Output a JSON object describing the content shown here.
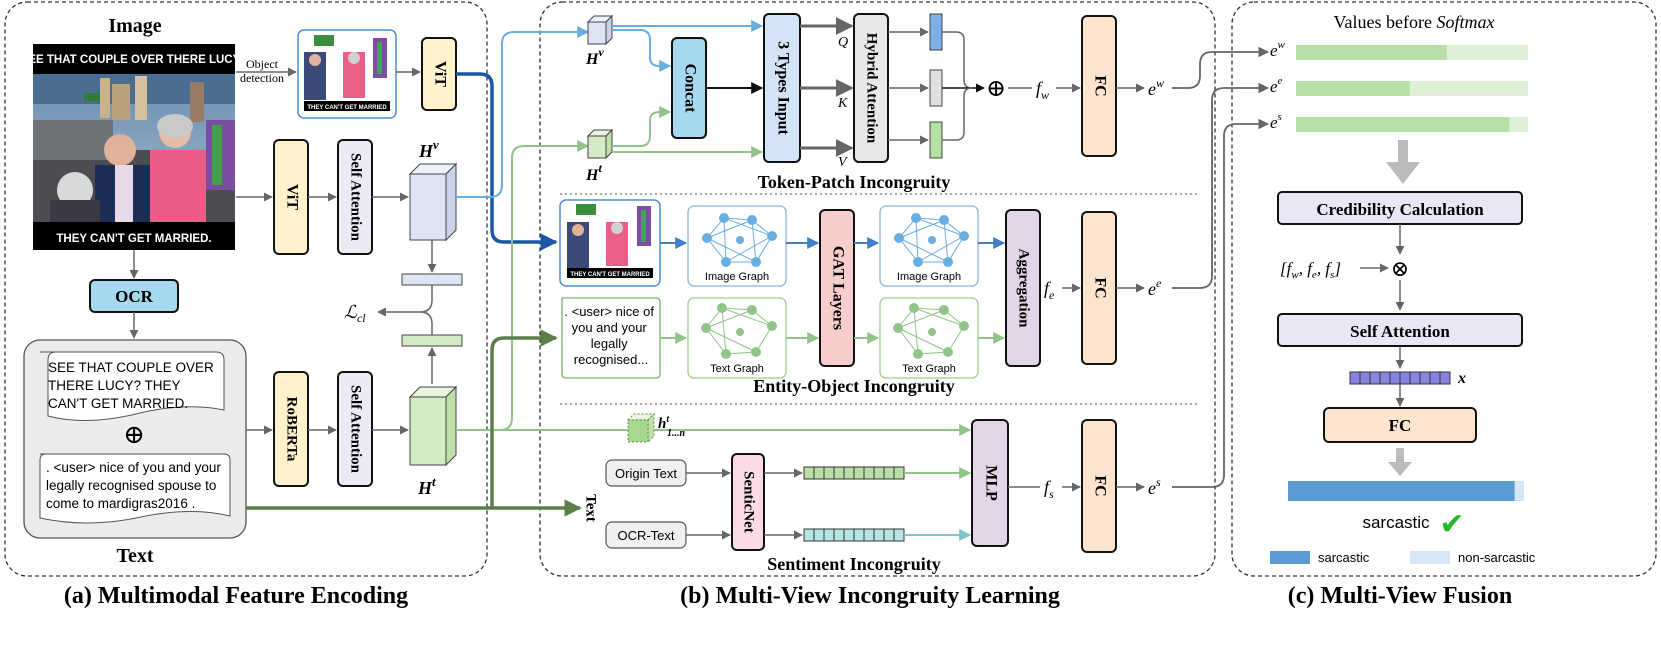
{
  "panels": {
    "a": {
      "caption": "(a) Multimodal Feature Encoding",
      "image_title": "Image",
      "text_title": "Text"
    },
    "b": {
      "caption": "(b) Multi-View Incongruity Learning"
    },
    "c": {
      "caption": "(c) Multi-View Fusion"
    }
  },
  "meme": {
    "top": "SEE THAT COUPLE OVER THERE LUCY?",
    "bottom": "THEY CAN'T GET MARRIED.",
    "crop_caption": "THEY CAN'T GET MARRIED"
  },
  "encoding": {
    "object_detection_1": "Object",
    "object_detection_2": "detection",
    "vit": "ViT",
    "self_attention": "Self Attention",
    "roberta": "RoBERTa",
    "ocr": "OCR",
    "hv_base": "H",
    "hv_sup": "v",
    "ht_base": "H",
    "ht_sup": "t",
    "loss_main": "ℒ",
    "loss_sub": "cl",
    "ocr_text": [
      "SEE THAT COUPLE OVER",
      "THERE LUCY? THEY",
      "CAN'T GET MARRIED."
    ],
    "user_text": [
      ". <user> nice of you and your",
      "legally recognised spouse to",
      "come to  mardigras2016 ."
    ],
    "plus": "⊕"
  },
  "token_patch": {
    "title": "Token-Patch Incongruity",
    "concat": "Concat",
    "three_types": "3 Types Input",
    "hybrid": "Hybrid Attention",
    "q": "Q",
    "k": "K",
    "v": "V",
    "fw_base": "f",
    "fw_sub": "w",
    "fc": "FC",
    "ew_base": "e",
    "ew_sup": "w",
    "plus": "⊕"
  },
  "entity_object": {
    "title": "Entity-Object Incongruity",
    "image_graph": "Image Graph",
    "text_graph": "Text Graph",
    "gat": "GAT Layers",
    "aggregation": "Aggregation",
    "fe_base": "f",
    "fe_sub": "e",
    "fc": "FC",
    "ee_base": "e",
    "ee_sup": "e",
    "user_text": [
      ". <user> nice of",
      "you and your",
      "legally",
      "recognised..."
    ]
  },
  "sentiment": {
    "title": "Sentiment Incongruity",
    "origin_text": "Origin Text",
    "ocr_text": "OCR-Text",
    "senticnet": "SenticNet",
    "mlp": "MLP",
    "text_label": "Text",
    "h_base": "h",
    "h_sup": "t",
    "h_sub": "1...n",
    "fs_base": "f",
    "fs_sub": "s",
    "fc": "FC",
    "es_base": "e",
    "es_sup": "s"
  },
  "fusion": {
    "values_title_prefix": "Values before ",
    "values_title_em": "Softmax",
    "credibility": "Credibility Calculation",
    "fvec": "[f",
    "fvec_w": "w",
    "fvec_sep1": ", f",
    "fvec_e": "e",
    "fvec_sep2": ", f",
    "fvec_s": "s",
    "fvec_end": "]",
    "otimes": "⊗",
    "self_attention": "Self Attention",
    "x_label": "x",
    "fc": "FC",
    "result": "sarcastic",
    "check": "✔",
    "legend_sarcastic": "sarcastic",
    "legend_non_sarcastic": "non-sarcastic",
    "ew_base": "e",
    "ew_sup": "w",
    "ee_base": "e",
    "ee_sup": "e",
    "es_base": "e",
    "es_sup": "s"
  },
  "chart_data": {
    "type": "bar",
    "categories": [
      "e^w",
      "e^e",
      "e^s"
    ],
    "series": [
      {
        "name": "sarcastic",
        "values": [
          0.65,
          0.49,
          0.92
        ]
      },
      {
        "name": "non-sarcastic",
        "values": [
          0.35,
          0.51,
          0.08
        ]
      }
    ],
    "final": {
      "sarcastic": 0.96,
      "non_sarcastic": 0.04
    },
    "ylim": [
      0,
      1
    ]
  },
  "colors": {
    "vit_fill": "#fff2cc",
    "ocr_fill": "#a6d8f0",
    "concat_fill": "#a6d8f0",
    "three_fill": "#d5e3f7",
    "gat_fill": "#f8cecc",
    "agg_fill": "#e1d5e7",
    "fc_fill": "#fde4cf",
    "mlp_fill": "#e1d5e7",
    "sentic_fill": "#fadbe6",
    "cred_fill": "#e9e7f5",
    "bar_green": "#b8dfa6",
    "bar_green_light": "#dff0d8",
    "bar_blue": "#5b9bd5",
    "bar_blue_light": "#d6e6f5",
    "check": "#22b922"
  }
}
